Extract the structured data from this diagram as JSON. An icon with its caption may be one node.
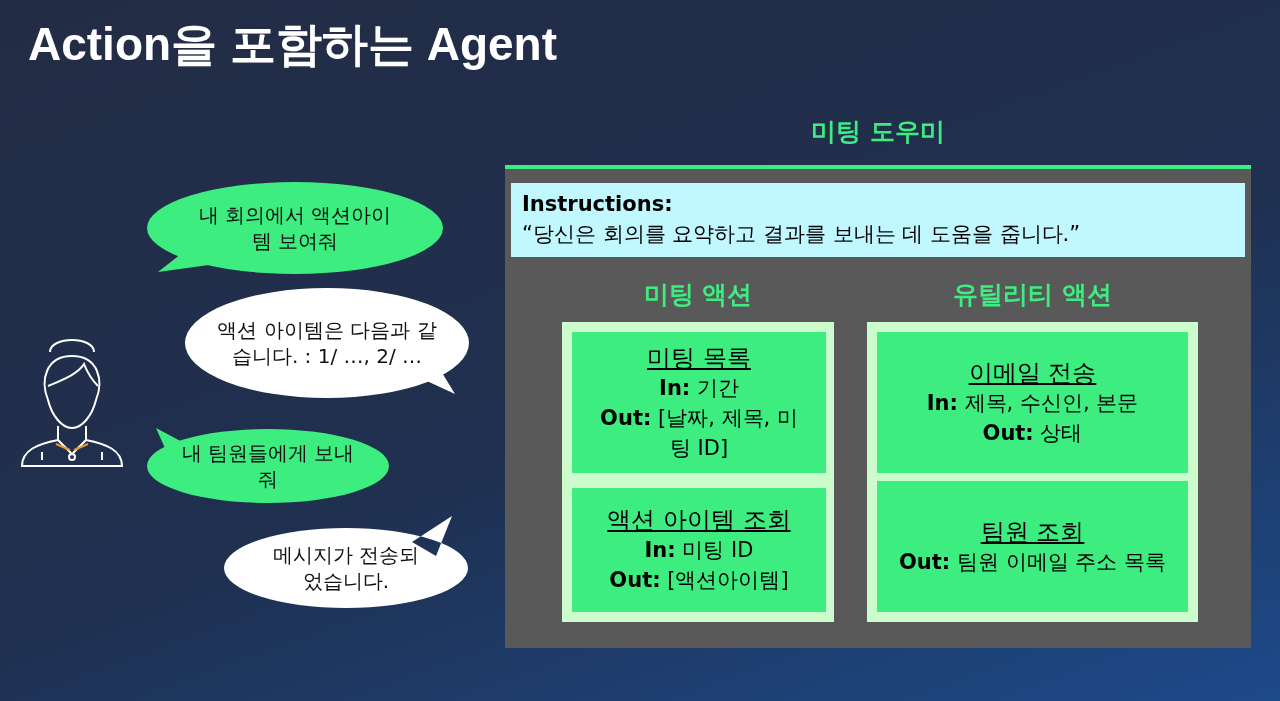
{
  "diagram": {
    "title": "Action을 포함하는 Agent",
    "nodes": [
      {
        "text": [
          "내 회의에서 액션아이템 보여줘"
        ]
      },
      {
        "text": [
          "액션 아이템은 다음과 같습니다. : 1/ …, 2/ …"
        ]
      },
      {
        "text": [
          "내 팀원들에게 보내줘"
        ]
      },
      {
        "text": [
          "메시지가 전송되었습니다."
        ]
      },
      {
        "text": [
          "미팅 도우미"
        ]
      },
      {
        "text": [
          "Instructions:",
          "“당신은 회의를 요약하고 결과를 보내는 데 도움을 줍니다.”"
        ],
        "in": 4
      },
      {
        "text": [
          "미팅 액션"
        ],
        "in": 4
      },
      {
        "text": [
          "미팅 목록",
          "**In:** 기간",
          "**Out:** [날짜, 제목, 미팅 ID]"
        ],
        "in": 6
      },
      {
        "text": [
          "액션 아이템 조회",
          "**In:** 미팅 ID",
          "**Out:** [액션아이템]"
        ],
        "in": 6
      },
      {
        "text": [
          "유틸리티 액션"
        ],
        "in": 4
      },
      {
        "text": [
          "이메일 전송",
          "**In:** 제목, 수신인, 본문",
          "**Out:** 상태"
        ],
        "in": 9
      },
      {
        "text": [
          "팀원 조회",
          "**Out:** 팀원 이메일 주소 목록"
        ],
        "in": 9
      }
    ]
  }
}
